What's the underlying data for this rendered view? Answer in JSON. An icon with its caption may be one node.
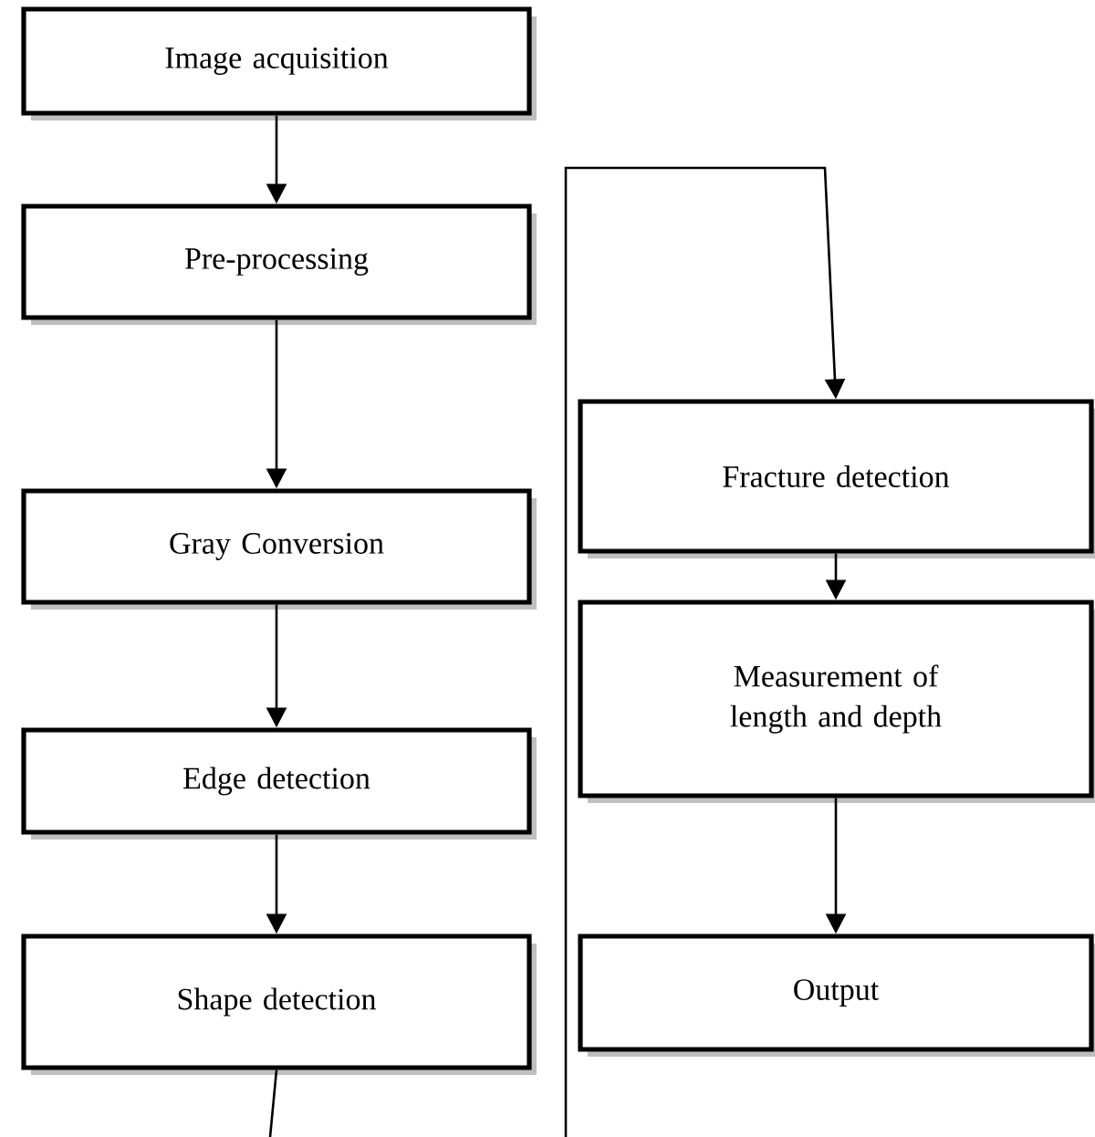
{
  "diagram": {
    "nodes": [
      {
        "text": [
          "Image acquisition"
        ]
      },
      {
        "text": [
          "Pre-processing"
        ]
      },
      {
        "text": [
          "Gray Conversion"
        ]
      },
      {
        "text": [
          "Edge detection"
        ]
      },
      {
        "text": [
          "Shape detection"
        ]
      },
      {
        "text": [
          "Fracture detection"
        ]
      },
      {
        "text": [
          "Measurement of length and depth"
        ]
      },
      {
        "text": [
          "Output"
        ]
      }
    ],
    "edges": [
      {
        "from": 0,
        "to": 1,
        "arrow": "to"
      },
      {
        "from": 1,
        "to": 2,
        "arrow": "to"
      },
      {
        "from": 2,
        "to": 3,
        "arrow": "to"
      },
      {
        "from": 3,
        "to": 4,
        "arrow": "to"
      },
      {
        "from": 4,
        "to": null,
        "arrow": "none"
      },
      {
        "from": null,
        "to": 5,
        "arrow": "to"
      },
      {
        "from": 5,
        "to": 6,
        "arrow": "to"
      },
      {
        "from": 6,
        "to": 7,
        "arrow": "to"
      }
    ]
  }
}
